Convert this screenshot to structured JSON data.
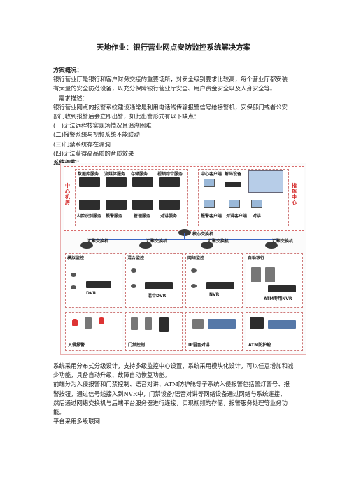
{
  "doc": {
    "title": "天地作业：银行营业网点安防监控系统解决方案",
    "section1_heading": "方案概况：",
    "para1": [
      "银行营业厅是银行和客户财务交接的重要场所，对安全级别要求比较高，每个营业厅都安装",
      "有大量的安全防范设备，以充分保障银行营业厅安全、用户资金安全以及人身安全等。"
    ],
    "need_heading": "需求描述：",
    "para2": [
      "银行营业网点的报警系统建设通常是利用电话线传输报警信号给接警机，安保部门或者公安",
      "部门收到报警后会立即出警，如此出警形式有以下缺点："
    ],
    "defects": [
      "(一)无法远程核实现场情况且追溯困难",
      "(二)报警系统与视频系统不能联动",
      "(三)门禁系统存在漏洞",
      "(四)无法获得高品质的音质效果"
    ],
    "section2_heading": "系统架构：",
    "para3": [
      "系统采用分布式分级设计，支持多级监控中心设置，系统采用模块化设计，可以任意增加和减",
      "少功能，具备自动升级、故障自动恢复功能。",
      "前端分为入侵报警和门禁控制、语音对讲、ATM防护舱等子系统入侵报警包括警灯警号、报",
      "警按钮，通过信号线接入到NVR中，门禁设备/语音对讲等网络设备通过网络与系统连接，",
      "然后通过网络交换机与后端平台服务器进行连接，实现视频的存储，报警服务处理等业务功",
      "能。"
    ],
    "last_line": "平台采用多级联网"
  },
  "diagram": {
    "center_label_left": "中心机房",
    "center_label_right": "指挥中心",
    "servers": [
      "数据库服务",
      "流媒体服务",
      "存储服务",
      "视频综合服务",
      "人脸识别服务",
      "报警服务",
      "管理服务",
      "对讲服务"
    ],
    "center_clients": [
      "中心客户端",
      "解码设备"
    ],
    "clients_bottom": [
      "报警客户端",
      "对讲客户端",
      "对讲"
    ],
    "core_switch": "核心交换机",
    "agg_switches": [
      "汇聚交换机",
      "汇聚交换机",
      "汇聚交换机",
      "汇聚交换机"
    ],
    "zones": [
      "模拟监控",
      "混合监控",
      "网络监控",
      "自助银行"
    ],
    "zone_devices": [
      "DVR",
      "混合DVR",
      "NVR",
      "ATM专用NVR"
    ],
    "bottom_zones": [
      "入侵报警",
      "门禁控制",
      "IP语音对讲",
      "ATM防护舱"
    ],
    "colors": {
      "accent_red": "#d21f1f",
      "wire_blue": "#3b66c4",
      "dash_red": "#d96a6a"
    }
  }
}
